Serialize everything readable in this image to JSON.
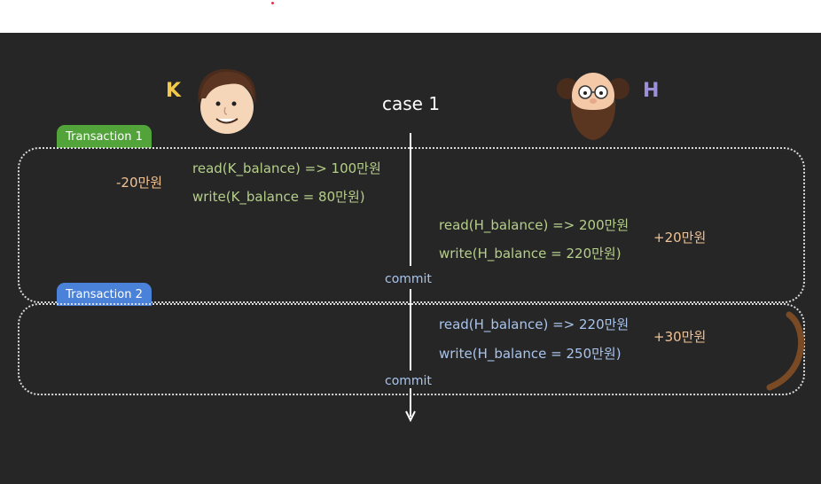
{
  "title": "case 1",
  "people": {
    "k": {
      "letter": "K",
      "color": "#f2c94c"
    },
    "h": {
      "letter": "H",
      "color": "#9d8fd8"
    }
  },
  "transaction1": {
    "tag": "Transaction 1",
    "tag_color": "#52a33a",
    "delta_k": "-20만원",
    "read_k": "read(K_balance) => 100만원",
    "write_k": "write(K_balance = 80만원)",
    "read_h": "read(H_balance) => 200만원",
    "write_h": "write(H_balance = 220만원)",
    "delta_h": "+20만원",
    "commit": "commit"
  },
  "transaction2": {
    "tag": "Transaction 2",
    "tag_color": "#4a82d9",
    "read_h": "read(H_balance) => 220만원",
    "write_h": "write(H_balance = 250만원)",
    "delta_h": "+30만원",
    "commit": "commit"
  },
  "colors": {
    "background": "#262626",
    "green_text": "#b5cf8a",
    "blue_text": "#a9c4ec",
    "orange_text": "#f2c293"
  }
}
